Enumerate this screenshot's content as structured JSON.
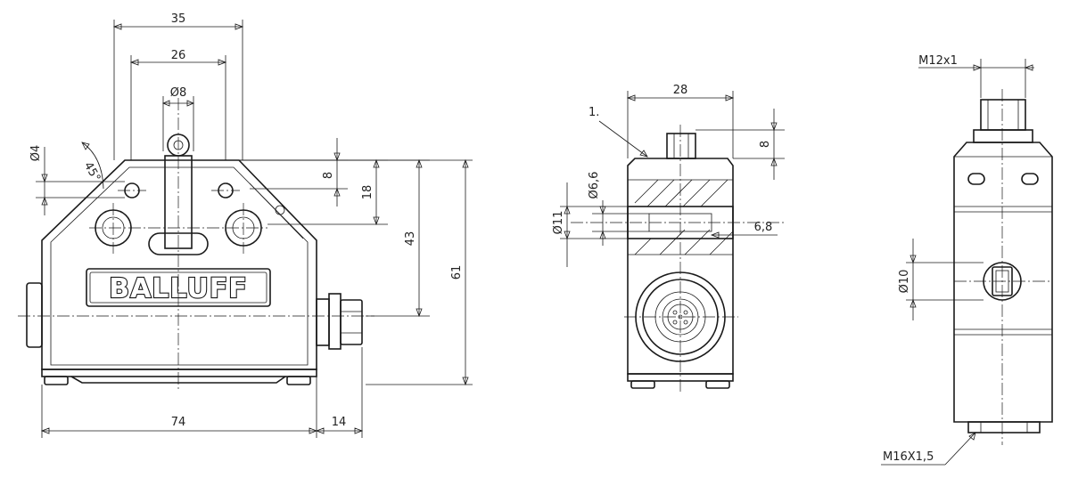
{
  "brand": "BALLUFF",
  "front_view": {
    "dim_35": "35",
    "dim_26": "26",
    "dim_dia8": "Ø8",
    "dim_dia4": "Ø4",
    "dim_45": "45°",
    "dim_8": "8",
    "dim_18": "18",
    "dim_43": "43",
    "dim_61": "61",
    "dim_74": "74",
    "dim_14": "14"
  },
  "side_view": {
    "callout_1": "1.",
    "dim_28": "28",
    "dim_8": "8",
    "dim_dia6_6": "Ø6,6",
    "dim_dia11": "Ø11",
    "dim_6_8": "6,8"
  },
  "back_view": {
    "dim_m12": "M12x1",
    "dim_dia10": "Ø10",
    "dim_m16": "M16X1,5"
  }
}
